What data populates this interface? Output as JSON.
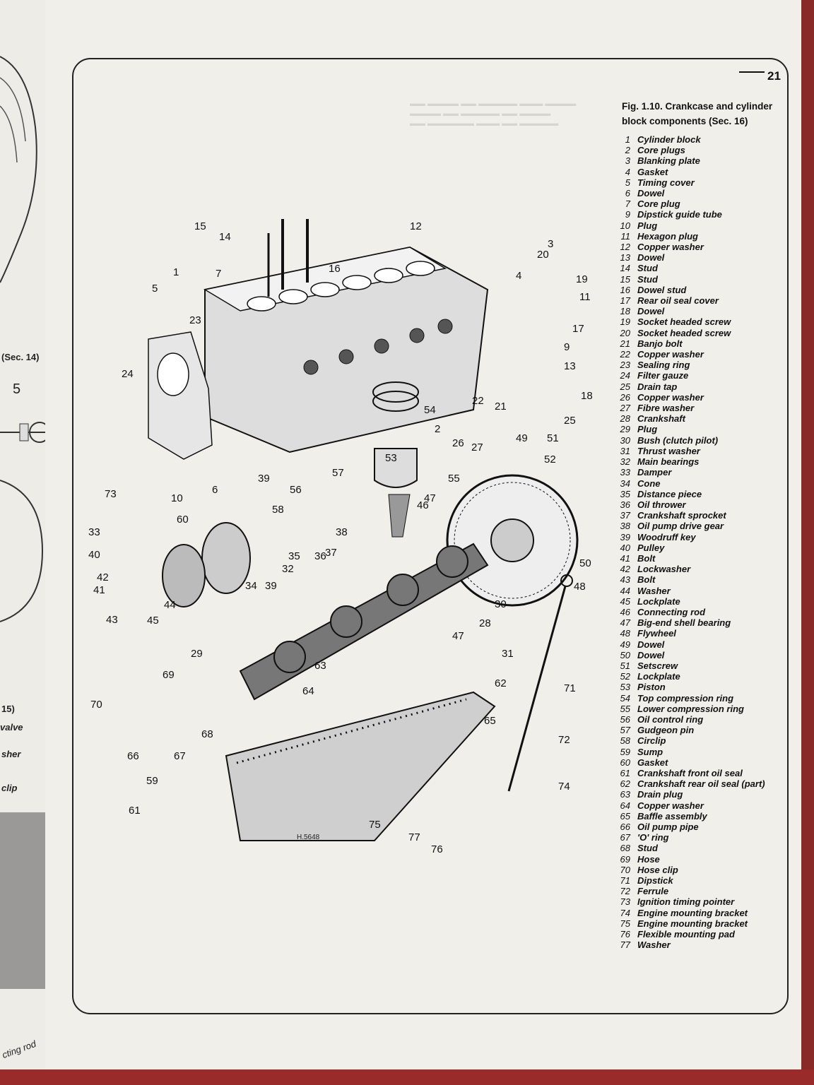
{
  "page": {
    "number": "21"
  },
  "figure": {
    "caption": "Fig. 1.10. Crankcase and cylinder block components (Sec. 16)",
    "artist_code": "H.5648"
  },
  "previous_page": {
    "labels": [
      "(Sec. 14)",
      "5",
      "15)",
      "valve",
      "sher",
      "clip",
      "cting rod"
    ]
  },
  "legend": [
    {
      "num": "1",
      "name": "Cylinder block"
    },
    {
      "num": "2",
      "name": "Core plugs"
    },
    {
      "num": "3",
      "name": "Blanking plate"
    },
    {
      "num": "4",
      "name": "Gasket"
    },
    {
      "num": "5",
      "name": "Timing cover"
    },
    {
      "num": "6",
      "name": "Dowel"
    },
    {
      "num": "7",
      "name": "Core plug"
    },
    {
      "num": "9",
      "name": "Dipstick guide tube"
    },
    {
      "num": "10",
      "name": "Plug"
    },
    {
      "num": "11",
      "name": "Hexagon plug"
    },
    {
      "num": "12",
      "name": "Copper washer"
    },
    {
      "num": "13",
      "name": "Dowel"
    },
    {
      "num": "14",
      "name": "Stud"
    },
    {
      "num": "15",
      "name": "Stud"
    },
    {
      "num": "16",
      "name": "Dowel stud"
    },
    {
      "num": "17",
      "name": "Rear oil seal cover"
    },
    {
      "num": "18",
      "name": "Dowel"
    },
    {
      "num": "19",
      "name": "Socket headed screw"
    },
    {
      "num": "20",
      "name": "Socket headed screw"
    },
    {
      "num": "21",
      "name": "Banjo bolt"
    },
    {
      "num": "22",
      "name": "Copper washer"
    },
    {
      "num": "23",
      "name": "Sealing ring"
    },
    {
      "num": "24",
      "name": "Filter gauze"
    },
    {
      "num": "25",
      "name": "Drain tap"
    },
    {
      "num": "26",
      "name": "Copper washer"
    },
    {
      "num": "27",
      "name": "Fibre washer"
    },
    {
      "num": "28",
      "name": "Crankshaft"
    },
    {
      "num": "29",
      "name": "Plug"
    },
    {
      "num": "30",
      "name": "Bush (clutch pilot)"
    },
    {
      "num": "31",
      "name": "Thrust washer"
    },
    {
      "num": "32",
      "name": "Main bearings"
    },
    {
      "num": "33",
      "name": "Damper"
    },
    {
      "num": "34",
      "name": "Cone"
    },
    {
      "num": "35",
      "name": "Distance piece"
    },
    {
      "num": "36",
      "name": "Oil thrower"
    },
    {
      "num": "37",
      "name": "Crankshaft sprocket"
    },
    {
      "num": "38",
      "name": "Oil pump drive gear"
    },
    {
      "num": "39",
      "name": "Woodruff key"
    },
    {
      "num": "40",
      "name": "Pulley"
    },
    {
      "num": "41",
      "name": "Bolt"
    },
    {
      "num": "42",
      "name": "Lockwasher"
    },
    {
      "num": "43",
      "name": "Bolt"
    },
    {
      "num": "44",
      "name": "Washer"
    },
    {
      "num": "45",
      "name": "Lockplate"
    },
    {
      "num": "46",
      "name": "Connecting rod"
    },
    {
      "num": "47",
      "name": "Big-end shell bearing"
    },
    {
      "num": "48",
      "name": "Flywheel"
    },
    {
      "num": "49",
      "name": "Dowel"
    },
    {
      "num": "50",
      "name": "Dowel"
    },
    {
      "num": "51",
      "name": "Setscrew"
    },
    {
      "num": "52",
      "name": "Lockplate"
    },
    {
      "num": "53",
      "name": "Piston"
    },
    {
      "num": "54",
      "name": "Top compression ring"
    },
    {
      "num": "55",
      "name": "Lower compression ring"
    },
    {
      "num": "56",
      "name": "Oil control ring"
    },
    {
      "num": "57",
      "name": "Gudgeon pin"
    },
    {
      "num": "58",
      "name": "Circlip"
    },
    {
      "num": "59",
      "name": "Sump"
    },
    {
      "num": "60",
      "name": "Gasket"
    },
    {
      "num": "61",
      "name": "Crankshaft front oil seal"
    },
    {
      "num": "62",
      "name": "Crankshaft rear oil seal (part)"
    },
    {
      "num": "63",
      "name": "Drain plug"
    },
    {
      "num": "64",
      "name": "Copper washer"
    },
    {
      "num": "65",
      "name": "Baffle assembly"
    },
    {
      "num": "66",
      "name": "Oil pump pipe"
    },
    {
      "num": "67",
      "name": "'O' ring"
    },
    {
      "num": "68",
      "name": "Stud"
    },
    {
      "num": "69",
      "name": "Hose"
    },
    {
      "num": "70",
      "name": "Hose clip"
    },
    {
      "num": "71",
      "name": "Dipstick"
    },
    {
      "num": "72",
      "name": "Ferrule"
    },
    {
      "num": "73",
      "name": "Ignition timing pointer"
    },
    {
      "num": "74",
      "name": "Engine mounting bracket"
    },
    {
      "num": "75",
      "name": "Engine mounting bracket"
    },
    {
      "num": "76",
      "name": "Flexible mounting pad"
    },
    {
      "num": "77",
      "name": "Washer"
    }
  ],
  "callouts": [
    {
      "label": "15"
    },
    {
      "label": "14"
    },
    {
      "label": "12"
    },
    {
      "label": "3"
    },
    {
      "label": "20"
    },
    {
      "label": "19"
    },
    {
      "label": "4"
    },
    {
      "label": "1"
    },
    {
      "label": "7"
    },
    {
      "label": "16"
    },
    {
      "label": "11"
    },
    {
      "label": "5"
    },
    {
      "label": "17"
    },
    {
      "label": "23"
    },
    {
      "label": "9"
    },
    {
      "label": "24"
    },
    {
      "label": "13"
    },
    {
      "label": "18"
    },
    {
      "label": "22"
    },
    {
      "label": "21"
    },
    {
      "label": "54"
    },
    {
      "label": "25"
    },
    {
      "label": "2"
    },
    {
      "label": "26"
    },
    {
      "label": "27"
    },
    {
      "label": "49"
    },
    {
      "label": "51"
    },
    {
      "label": "52"
    },
    {
      "label": "73"
    },
    {
      "label": "10"
    },
    {
      "label": "6"
    },
    {
      "label": "56"
    },
    {
      "label": "57"
    },
    {
      "label": "53"
    },
    {
      "label": "55"
    },
    {
      "label": "39"
    },
    {
      "label": "58"
    },
    {
      "label": "46"
    },
    {
      "label": "60"
    },
    {
      "label": "47"
    },
    {
      "label": "33"
    },
    {
      "label": "40"
    },
    {
      "label": "35"
    },
    {
      "label": "36"
    },
    {
      "label": "37"
    },
    {
      "label": "38"
    },
    {
      "label": "34"
    },
    {
      "label": "39"
    },
    {
      "label": "32"
    },
    {
      "label": "50"
    },
    {
      "label": "42"
    },
    {
      "label": "41"
    },
    {
      "label": "48"
    },
    {
      "label": "44"
    },
    {
      "label": "30"
    },
    {
      "label": "43"
    },
    {
      "label": "45"
    },
    {
      "label": "28"
    },
    {
      "label": "47"
    },
    {
      "label": "29"
    },
    {
      "label": "31"
    },
    {
      "label": "63"
    },
    {
      "label": "69"
    },
    {
      "label": "62"
    },
    {
      "label": "71"
    },
    {
      "label": "70"
    },
    {
      "label": "64"
    },
    {
      "label": "65"
    },
    {
      "label": "68"
    },
    {
      "label": "66"
    },
    {
      "label": "67"
    },
    {
      "label": "72"
    },
    {
      "label": "59"
    },
    {
      "label": "74"
    },
    {
      "label": "61"
    },
    {
      "label": "75"
    },
    {
      "label": "77"
    },
    {
      "label": "76"
    }
  ]
}
